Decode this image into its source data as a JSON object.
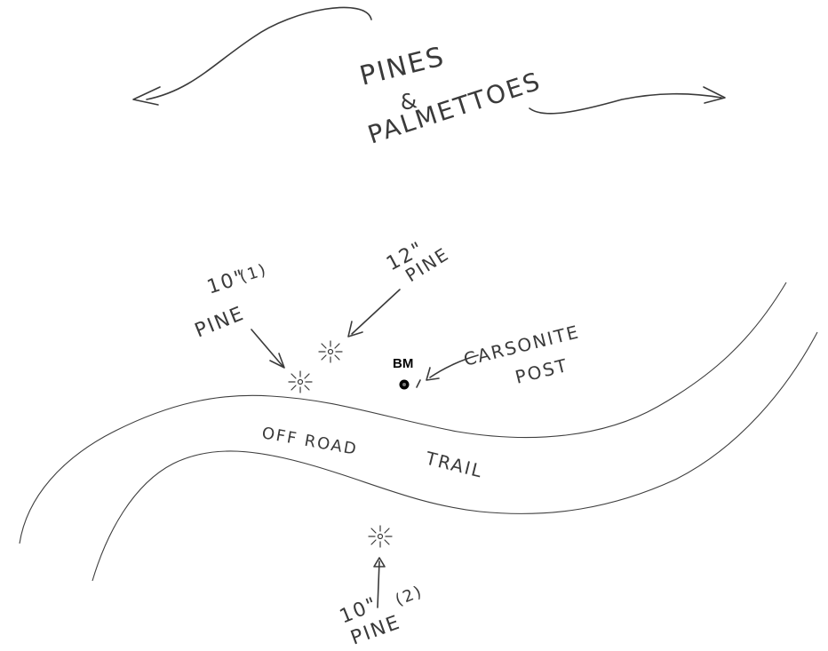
{
  "title": {
    "line1": "PINES",
    "line2": "&",
    "line3": "PALMETTOES"
  },
  "trail_label": {
    "word1": "OFF ROAD",
    "word2": "TRAIL"
  },
  "benchmark": {
    "label": "BM"
  },
  "carsonite": {
    "line1": "CARSONITE",
    "line2": "POST"
  },
  "pine_1": {
    "size": "10\"",
    "number": "(1)",
    "label": "PINE"
  },
  "pine_12": {
    "size": "12\"",
    "label": "PINE"
  },
  "pine_2": {
    "size": "10\"",
    "number": "(2)",
    "label": "PINE"
  },
  "colors": {
    "ink": "#3a3a3a",
    "paper": "#ffffff",
    "bm_dot": "#000000"
  },
  "icons": {
    "tree_symbol": "tree-burst-icon",
    "benchmark_symbol": "benchmark-dot-icon"
  }
}
